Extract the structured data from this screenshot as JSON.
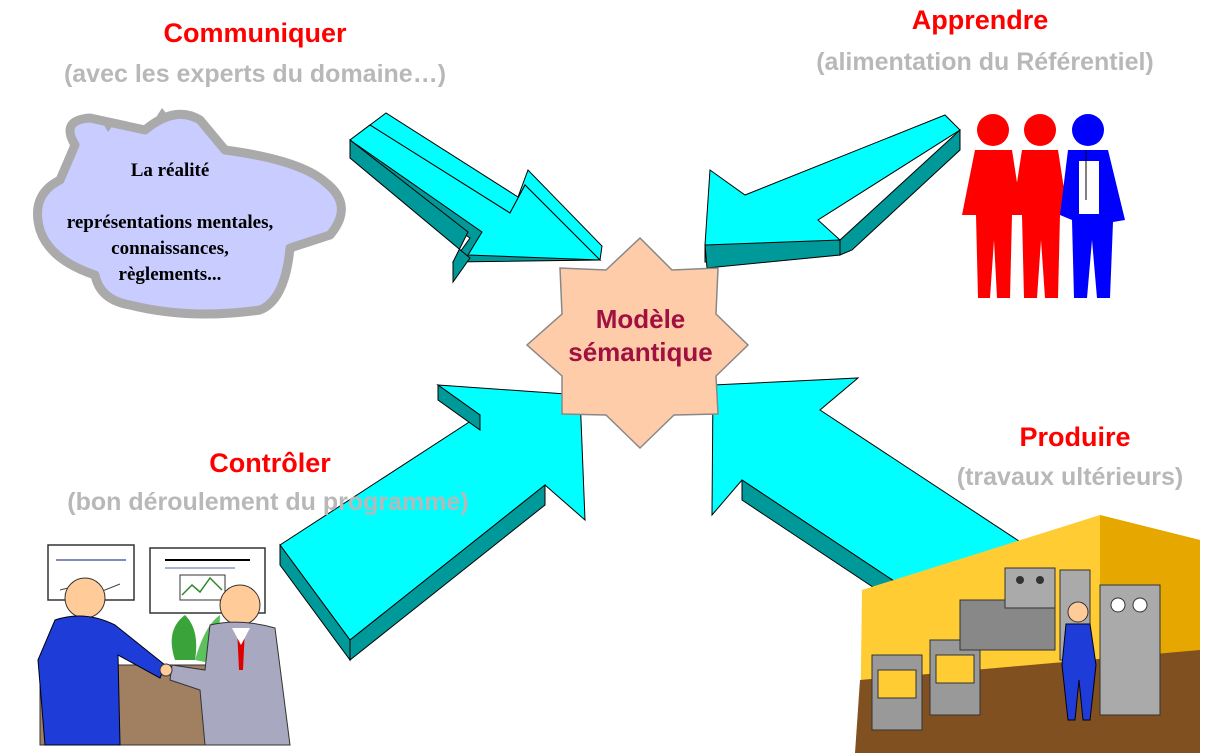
{
  "center": {
    "line1": "Modèle",
    "line2": "sémantique"
  },
  "communiquer": {
    "title": "Communiquer",
    "subtitle": "(avec les experts du domaine…)"
  },
  "apprendre": {
    "title": "Apprendre",
    "subtitle": "(alimentation du Référentiel)"
  },
  "controler": {
    "title": "Contrôler",
    "subtitle": "(bon déroulement du programme)"
  },
  "produire": {
    "title": "Produire",
    "subtitle": "(travaux ultérieurs)"
  },
  "cloud": {
    "line1": "La réalité",
    "line2": "représentations mentales,",
    "line3": "connaissances,",
    "line4": "règlements..."
  },
  "colors": {
    "arrow_fill": "#00ffff",
    "arrow_shade": "#009999",
    "title_red": "#ff0000",
    "subtitle_gray": "#b8b8b8",
    "center_fill": "#ffccaa",
    "center_text": "#a01040"
  },
  "icons": [
    "cloud-icon",
    "people-icon",
    "meeting-icon",
    "factory-icon"
  ]
}
